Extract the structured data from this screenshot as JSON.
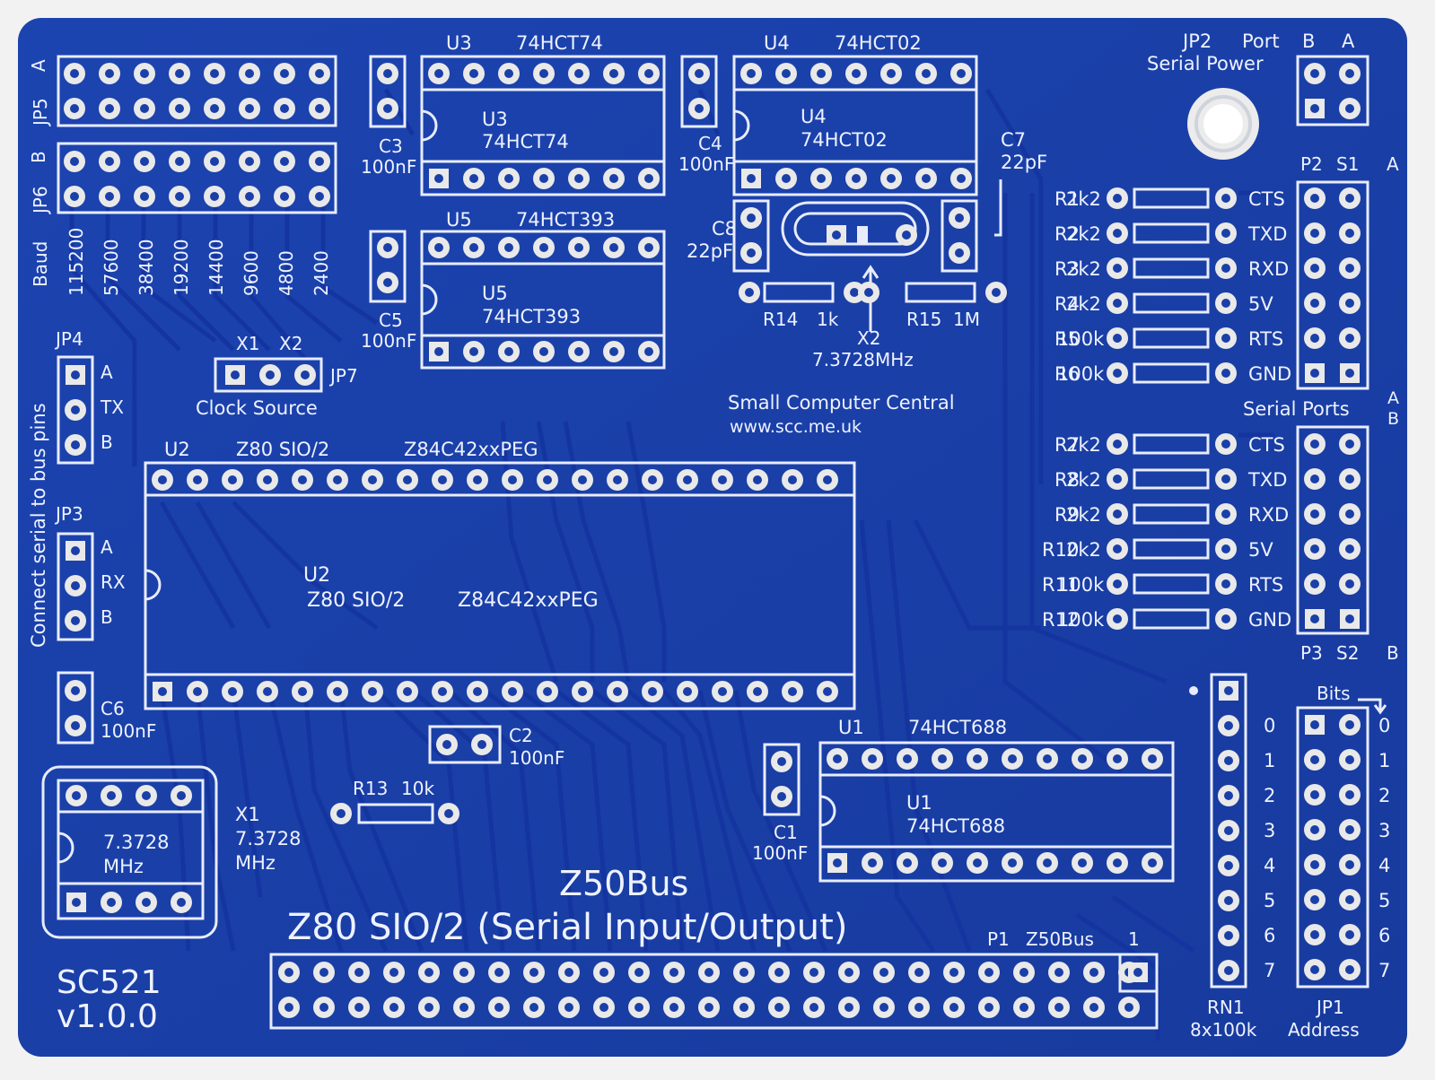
{
  "board": {
    "title": "Z80 SIO/2 (Serial Input/Output)",
    "bus": "Z50Bus",
    "model": "SC521",
    "version": "v1.0.0",
    "maker": "Small Computer Central",
    "url": "www.scc.me.uk",
    "colors": {
      "substrate": "#1a3fa8",
      "silkscreen": "#eef2ff",
      "trace": "#1538a0",
      "pad": "#e8e8e8",
      "edge_bg": "#f2f2f2"
    }
  },
  "jumpers": {
    "jp5": {
      "label": "JP5",
      "side": "A"
    },
    "jp6": {
      "label": "JP6",
      "side": "B"
    },
    "baud_label": "Baud",
    "baud_rates": [
      "115200",
      "57600",
      "38400",
      "19200",
      "14400",
      "9600",
      "4800",
      "2400"
    ],
    "jp4": {
      "label": "JP4",
      "pins": [
        "A",
        "TX",
        "B"
      ]
    },
    "jp3": {
      "label": "JP3",
      "pins": [
        "A",
        "RX",
        "B"
      ]
    },
    "connect_note": "Connect serial to bus pins",
    "jp7": {
      "label": "JP7",
      "x1": "X1",
      "x2": "X2",
      "desc": "Clock Source"
    },
    "jp2": {
      "label": "JP2",
      "port": "Port",
      "b": "B",
      "a": "A",
      "desc": "Serial Power"
    },
    "jp1": {
      "label": "JP1",
      "desc": "Address",
      "bits_label": "Bits",
      "bits": [
        "0",
        "1",
        "2",
        "3",
        "4",
        "5",
        "6",
        "7"
      ]
    }
  },
  "chips": {
    "u3": {
      "ref": "U3",
      "part": "74HCT74"
    },
    "u4": {
      "ref": "U4",
      "part": "74HCT02"
    },
    "u5": {
      "ref": "U5",
      "part": "74HCT393"
    },
    "u2": {
      "ref": "U2",
      "part1": "Z80 SIO/2",
      "part2": "Z84C42xxPEG"
    },
    "u1": {
      "ref": "U1",
      "part": "74HCT688"
    }
  },
  "caps": {
    "c3": {
      "ref": "C3",
      "val": "100nF"
    },
    "c4": {
      "ref": "C4",
      "val": "100nF"
    },
    "c5": {
      "ref": "C5",
      "val": "100nF"
    },
    "c6": {
      "ref": "C6",
      "val": "100nF"
    },
    "c7": {
      "ref": "C7",
      "val": "22pF"
    },
    "c8": {
      "ref": "C8",
      "val": "22pF"
    },
    "c2": {
      "ref": "C2",
      "val": "100nF"
    },
    "c1": {
      "ref": "C1",
      "val": "100nF"
    }
  },
  "crystal_x2": {
    "ref": "X2",
    "freq": "7.3728MHz",
    "r14": "R14",
    "r14v": "1k",
    "r15": "R15",
    "r15v": "1M"
  },
  "osc_x1": {
    "ref": "X1",
    "freq": "7.3728",
    "unit": "MHz"
  },
  "r13": {
    "ref": "R13",
    "val": "10k"
  },
  "ports": {
    "p2": "P2",
    "s1": "S1",
    "side_a": "A",
    "side_b": "B",
    "p3": "P3",
    "s2": "S2",
    "serial_ports": "Serial Ports",
    "resistors_a": [
      {
        "ref": "R1",
        "val": "2k2",
        "sig": "CTS"
      },
      {
        "ref": "R2",
        "val": "2k2",
        "sig": "TXD"
      },
      {
        "ref": "R3",
        "val": "2k2",
        "sig": "RXD"
      },
      {
        "ref": "R4",
        "val": "2k2",
        "sig": "5V"
      },
      {
        "ref": "R5",
        "val": "100k",
        "sig": "RTS"
      },
      {
        "ref": "R6",
        "val": "100k",
        "sig": "GND"
      }
    ],
    "resistors_b": [
      {
        "ref": "R7",
        "val": "2k2",
        "sig": "CTS"
      },
      {
        "ref": "R8",
        "val": "2k2",
        "sig": "TXD"
      },
      {
        "ref": "R9",
        "val": "2k2",
        "sig": "RXD"
      },
      {
        "ref": "R10",
        "val": "2k2",
        "sig": "5V"
      },
      {
        "ref": "R11",
        "val": "100k",
        "sig": "RTS"
      },
      {
        "ref": "R12",
        "val": "100k",
        "sig": "GND"
      }
    ]
  },
  "rn1": {
    "ref": "RN1",
    "val": "8x100k"
  },
  "p1": {
    "ref": "P1",
    "name": "Z50Bus",
    "pin1": "1"
  }
}
